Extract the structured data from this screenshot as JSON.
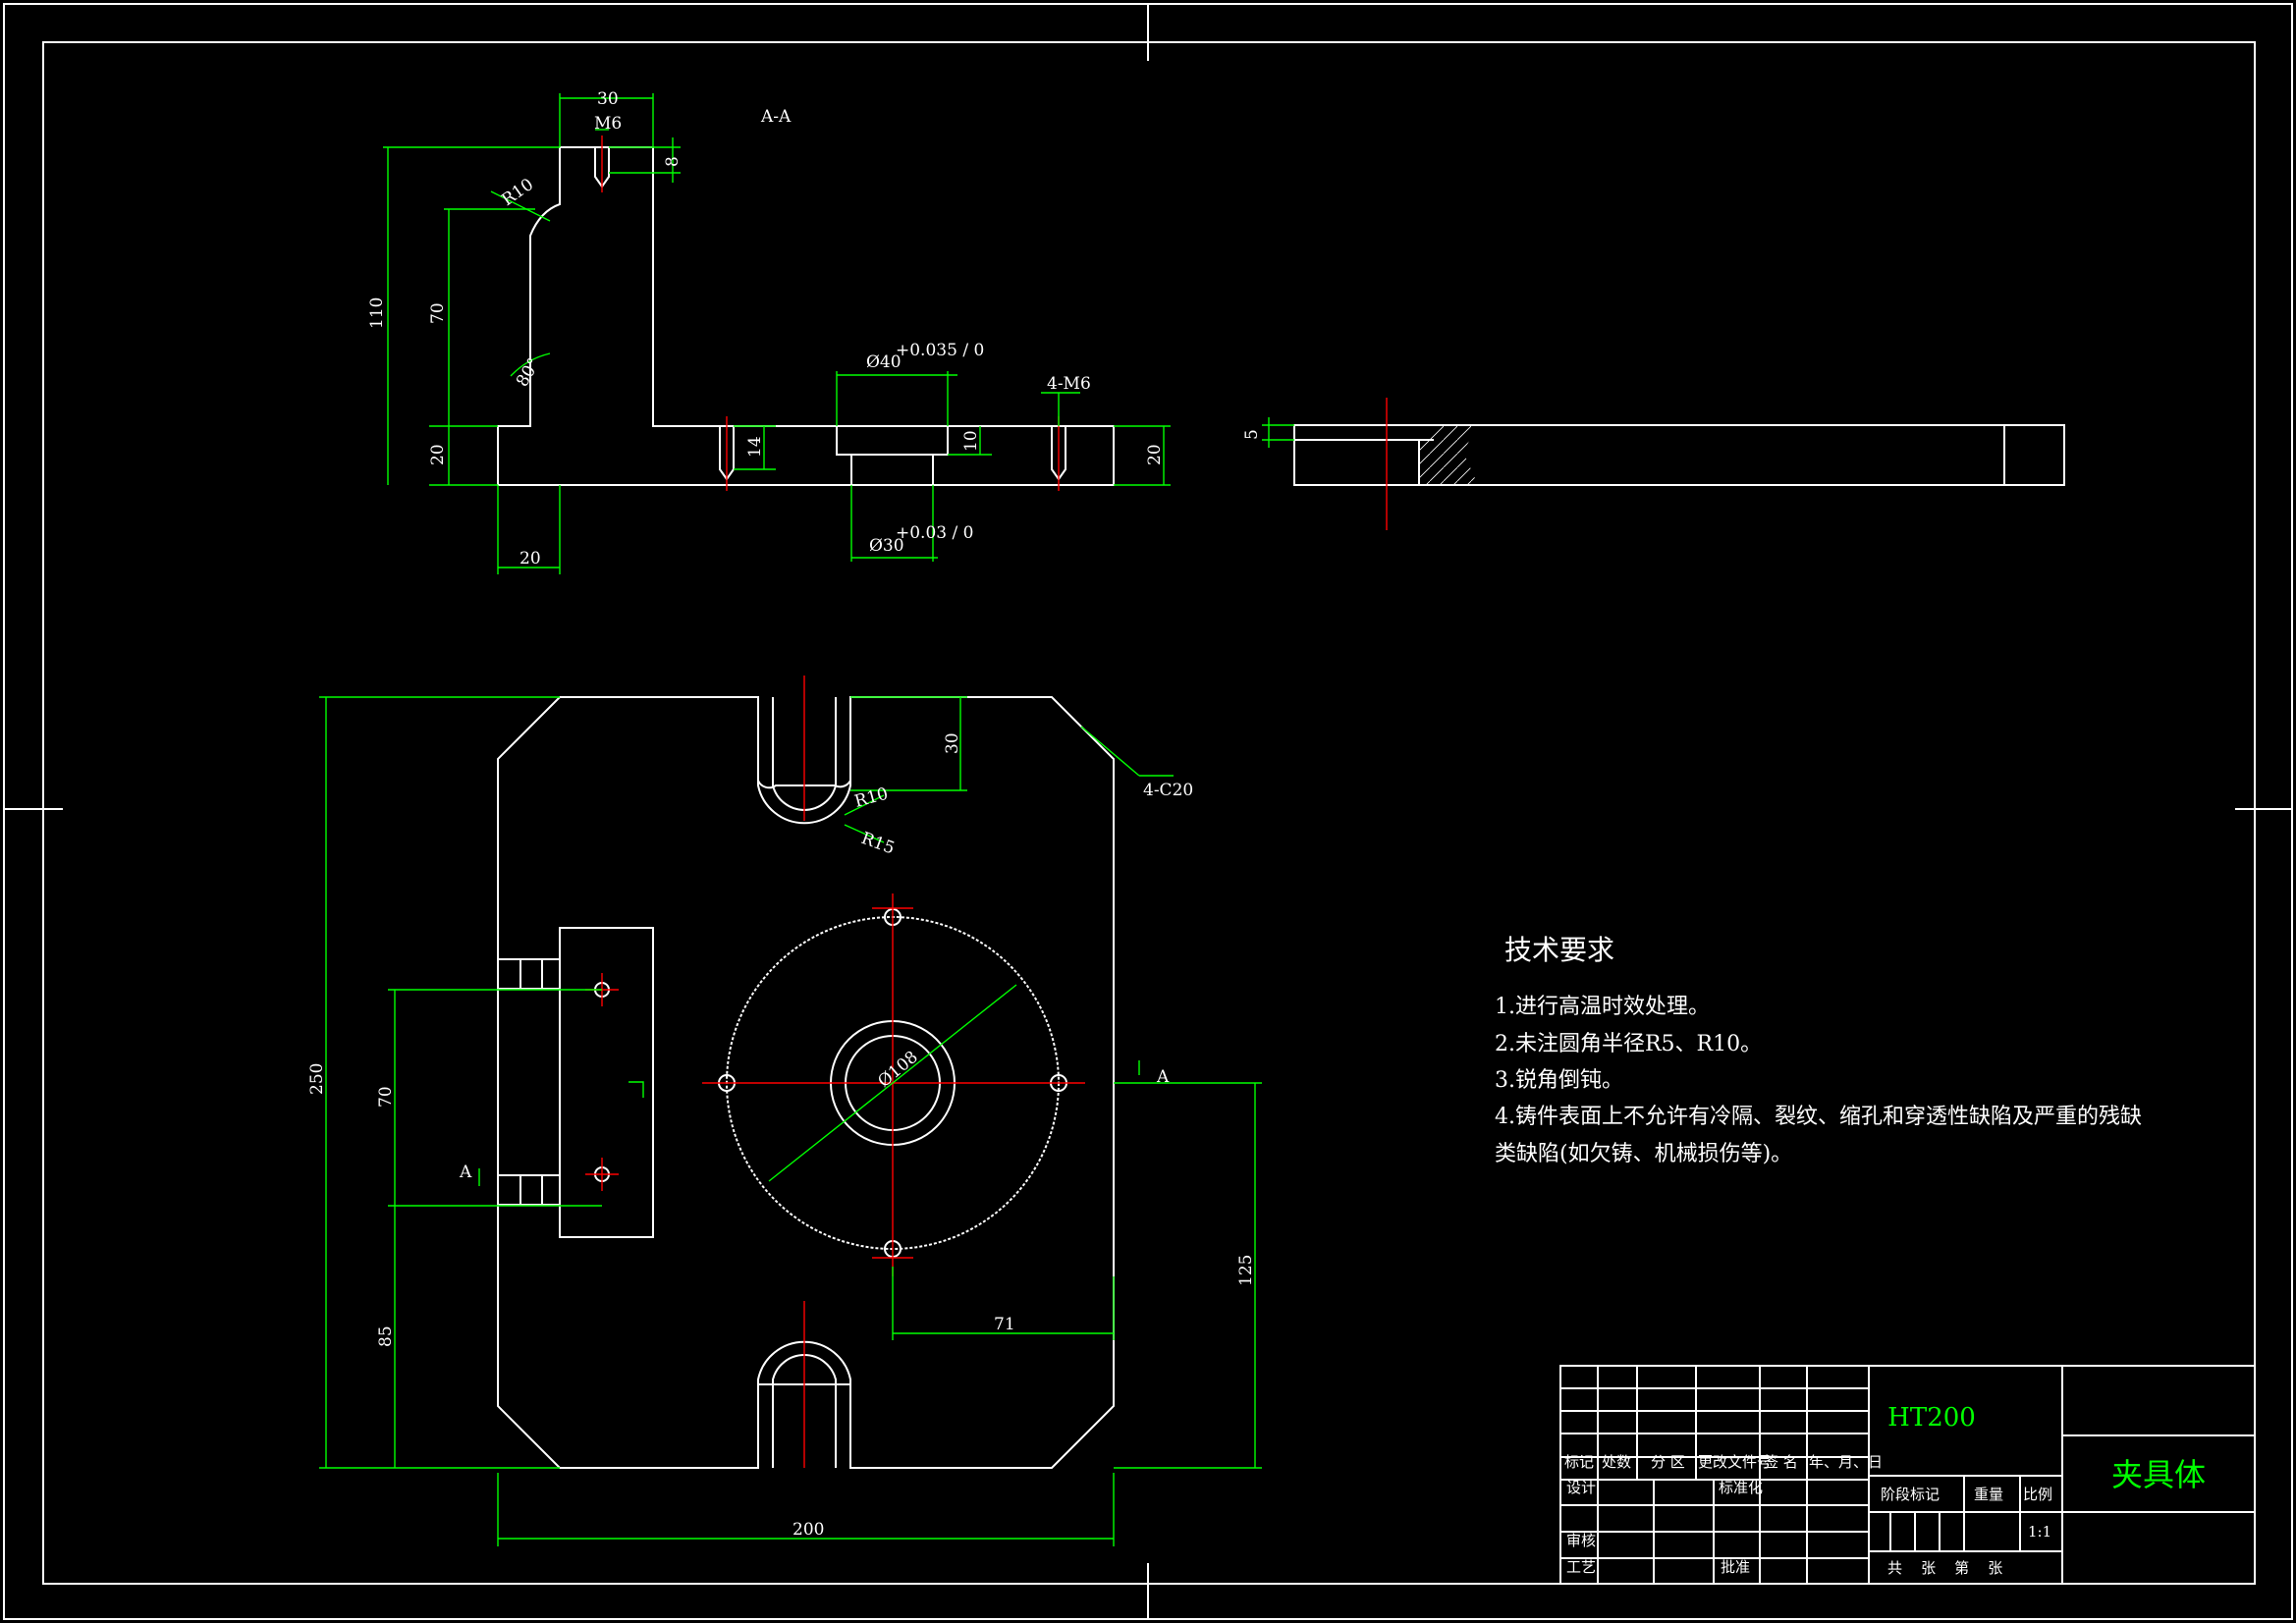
{
  "section_label": "A-A",
  "section_arrow_label": "A",
  "dims": {
    "width_30": "30",
    "thread_m6": "M6",
    "depth_8": "8",
    "radius_r10": "R10",
    "height_110": "110",
    "height_70": "70",
    "angle_80": "80°",
    "height_20_left": "20",
    "base_20": "20",
    "hole_d40": "Ø40",
    "hole_d40_tol": "+0.035 / 0",
    "thread_4m6": "4-M6",
    "depth_14": "14",
    "depth_10": "10",
    "height_20_right": "20",
    "hole_d30": "Ø30",
    "hole_d30_tol": "+0.03 / 0",
    "side_5": "5",
    "slot_30": "30",
    "slot_r10": "R10",
    "slot_r15": "R15",
    "chamfer": "4-C20",
    "bolt_circle": "Ø108",
    "total_250": "250",
    "spacing_70": "70",
    "offset_85": "85",
    "offset_125": "125",
    "offset_71": "71",
    "total_200": "200"
  },
  "tech": {
    "title": "技术要求",
    "items": [
      "1.进行高温时效处理。",
      "2.未注圆角半径R5、R10。",
      "3.锐角倒钝。",
      "4.铸件表面上不允许有冷隔、裂纹、缩孔和穿透性缺陷及严重的残缺",
      "类缺陷(如欠铸、机械损伤等)。"
    ]
  },
  "title_block": {
    "material": "HT200",
    "part_name": "夹具体",
    "headers": [
      "标记",
      "处数",
      "分 区",
      "更改文件号",
      "签 名",
      "年、月、日"
    ],
    "design": "设计",
    "standardize": "标准化",
    "stage_mark": "阶段标记",
    "weight": "重量",
    "scale_label": "比例",
    "scale": "1:1",
    "review": "审核",
    "process": "工艺",
    "approve": "批准",
    "sheets": "共    张    第    张"
  },
  "colors": {
    "background": "#000000",
    "outline": "#ffffff",
    "dimension": "#00ff00",
    "centerline": "#ff0000"
  }
}
